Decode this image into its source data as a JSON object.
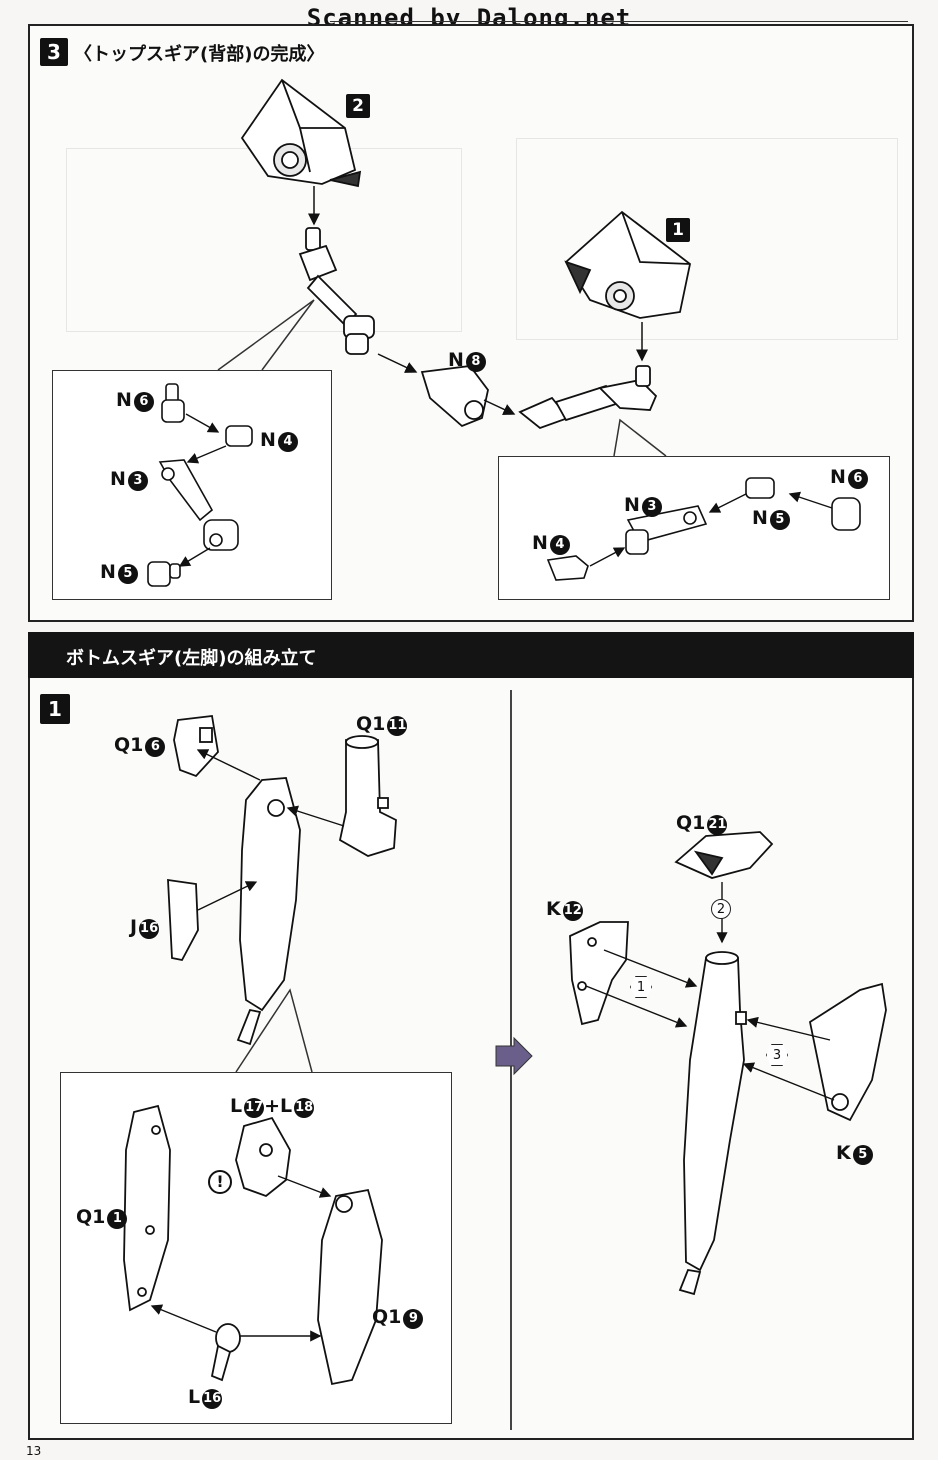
{
  "watermark": "Scanned by Dalong.net",
  "top": {
    "step": "3",
    "title": "〈トップスギア(背部)の完成〉",
    "step_left": "2",
    "step_right": "1",
    "parts": {
      "n8": {
        "prefix": "N",
        "num": "8"
      },
      "left_n6": {
        "prefix": "N",
        "num": "6"
      },
      "left_n4": {
        "prefix": "N",
        "num": "4"
      },
      "left_n3": {
        "prefix": "N",
        "num": "3"
      },
      "left_n5": {
        "prefix": "N",
        "num": "5"
      },
      "right_n6": {
        "prefix": "N",
        "num": "6"
      },
      "right_n3": {
        "prefix": "N",
        "num": "3"
      },
      "right_n5": {
        "prefix": "N",
        "num": "5"
      },
      "right_n4": {
        "prefix": "N",
        "num": "4"
      }
    }
  },
  "bottom": {
    "title": "ボトムスギア(左脚)の組み立て",
    "step": "1",
    "parts": {
      "q16": {
        "prefix": "Q1",
        "num": "6"
      },
      "q111": {
        "prefix": "Q1",
        "num": "11"
      },
      "j16": {
        "prefix": "J",
        "num": "16"
      },
      "l1718": {
        "prefix1": "L",
        "num1": "17",
        "plus": "+",
        "prefix2": "L",
        "num2": "18"
      },
      "q11": {
        "prefix": "Q1",
        "num": "1"
      },
      "q19": {
        "prefix": "Q1",
        "num": "9"
      },
      "l16": {
        "prefix": "L",
        "num": "16"
      },
      "q121": {
        "prefix": "Q1",
        "num": "21"
      },
      "k12": {
        "prefix": "K",
        "num": "12"
      },
      "k5": {
        "prefix": "K",
        "num": "5"
      }
    },
    "order_1": "1",
    "order_2": "2",
    "order_3": "3",
    "caution": "!"
  },
  "page_number": "13"
}
